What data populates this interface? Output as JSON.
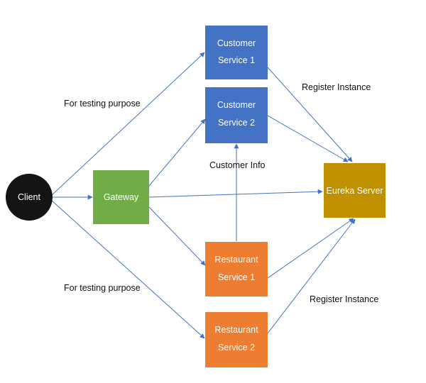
{
  "colors": {
    "client": "#141414",
    "gateway": "#70ad47",
    "customer_service": "#4472c4",
    "restaurant_service": "#ed7d31",
    "eureka_server": "#bf9000",
    "edge": "#4472c4",
    "node_text": "#ffffff",
    "label_text": "#111111"
  },
  "nodes": {
    "client": {
      "label": "Client"
    },
    "gateway": {
      "label": "Gateway"
    },
    "customer_service_1": {
      "line1": "Customer",
      "line2": "Service 1"
    },
    "customer_service_2": {
      "line1": "Customer",
      "line2": "Service 2"
    },
    "restaurant_service_1": {
      "line1": "Restaurant",
      "line2": "Service 1"
    },
    "restaurant_service_2": {
      "line1": "Restaurant",
      "line2": "Service 2"
    },
    "eureka_server": {
      "label": "Eureka Server"
    }
  },
  "edge_labels": {
    "testing_top": "For testing purpose",
    "testing_bottom": "For testing purpose",
    "customer_info": "Customer Info",
    "register_top": "Register Instance",
    "register_bottom": "Register Instance"
  }
}
